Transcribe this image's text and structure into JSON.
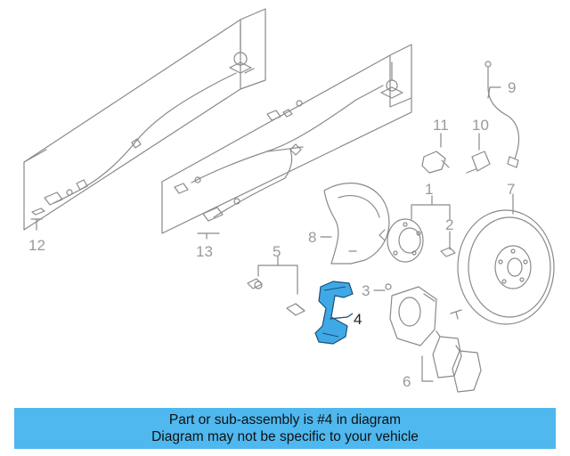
{
  "callouts": {
    "c1": "1",
    "c2": "2",
    "c3": "3",
    "c4": "4",
    "c5": "5",
    "c6": "6",
    "c7": "7",
    "c8": "8",
    "c9": "9",
    "c10": "10",
    "c11": "11",
    "c12": "12",
    "c13": "13"
  },
  "banner": {
    "line1": "Part or sub-assembly is #4 in diagram",
    "line2": "Diagram may not be specific to your vehicle"
  },
  "colors": {
    "banner_bg": "#4fb8ef",
    "highlight": "#3fa9e6",
    "line_art": "#8a8a8a"
  }
}
